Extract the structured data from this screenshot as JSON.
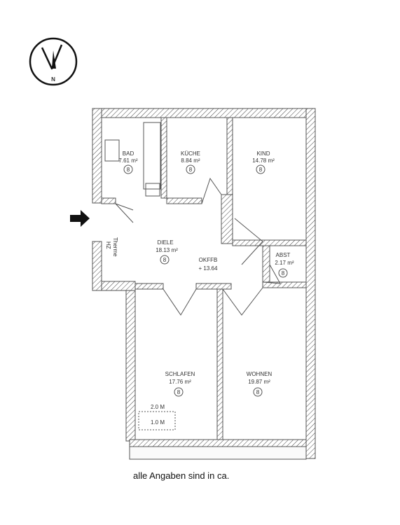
{
  "compass": {
    "letter": "N",
    "icon": "north-arrow-icon"
  },
  "entrance": {
    "icon": "entrance-arrow-icon"
  },
  "rooms": [
    {
      "id": "bad",
      "name": "BAD",
      "area": "7.61",
      "unit": "m²",
      "mark": "8"
    },
    {
      "id": "kueche",
      "name": "KÜCHE",
      "area": "8.84",
      "unit": "m²",
      "mark": "8"
    },
    {
      "id": "kind",
      "name": "KIND",
      "area": "14.78",
      "unit": "m²",
      "mark": "8"
    },
    {
      "id": "diele",
      "name": "DIELE",
      "area": "18.13",
      "unit": "m²",
      "mark": "8"
    },
    {
      "id": "abst",
      "name": "ABST",
      "area": "2.17",
      "unit": "m²",
      "mark": "8"
    },
    {
      "id": "schlafen",
      "name": "SCHLAFEN",
      "area": "17.76",
      "unit": "m²",
      "mark": "8"
    },
    {
      "id": "wohnen",
      "name": "WOHNEN",
      "area": "19.87",
      "unit": "m²",
      "mark": "8"
    }
  ],
  "heating": {
    "line1": "HZ",
    "line2": "Therme"
  },
  "level": {
    "line1": "OKFFB",
    "line2": "+ 13.64"
  },
  "balcony": {
    "dim1": "2.0 M",
    "dim2": "1.0 M"
  },
  "footnote": "alle Angaben sind in ca."
}
